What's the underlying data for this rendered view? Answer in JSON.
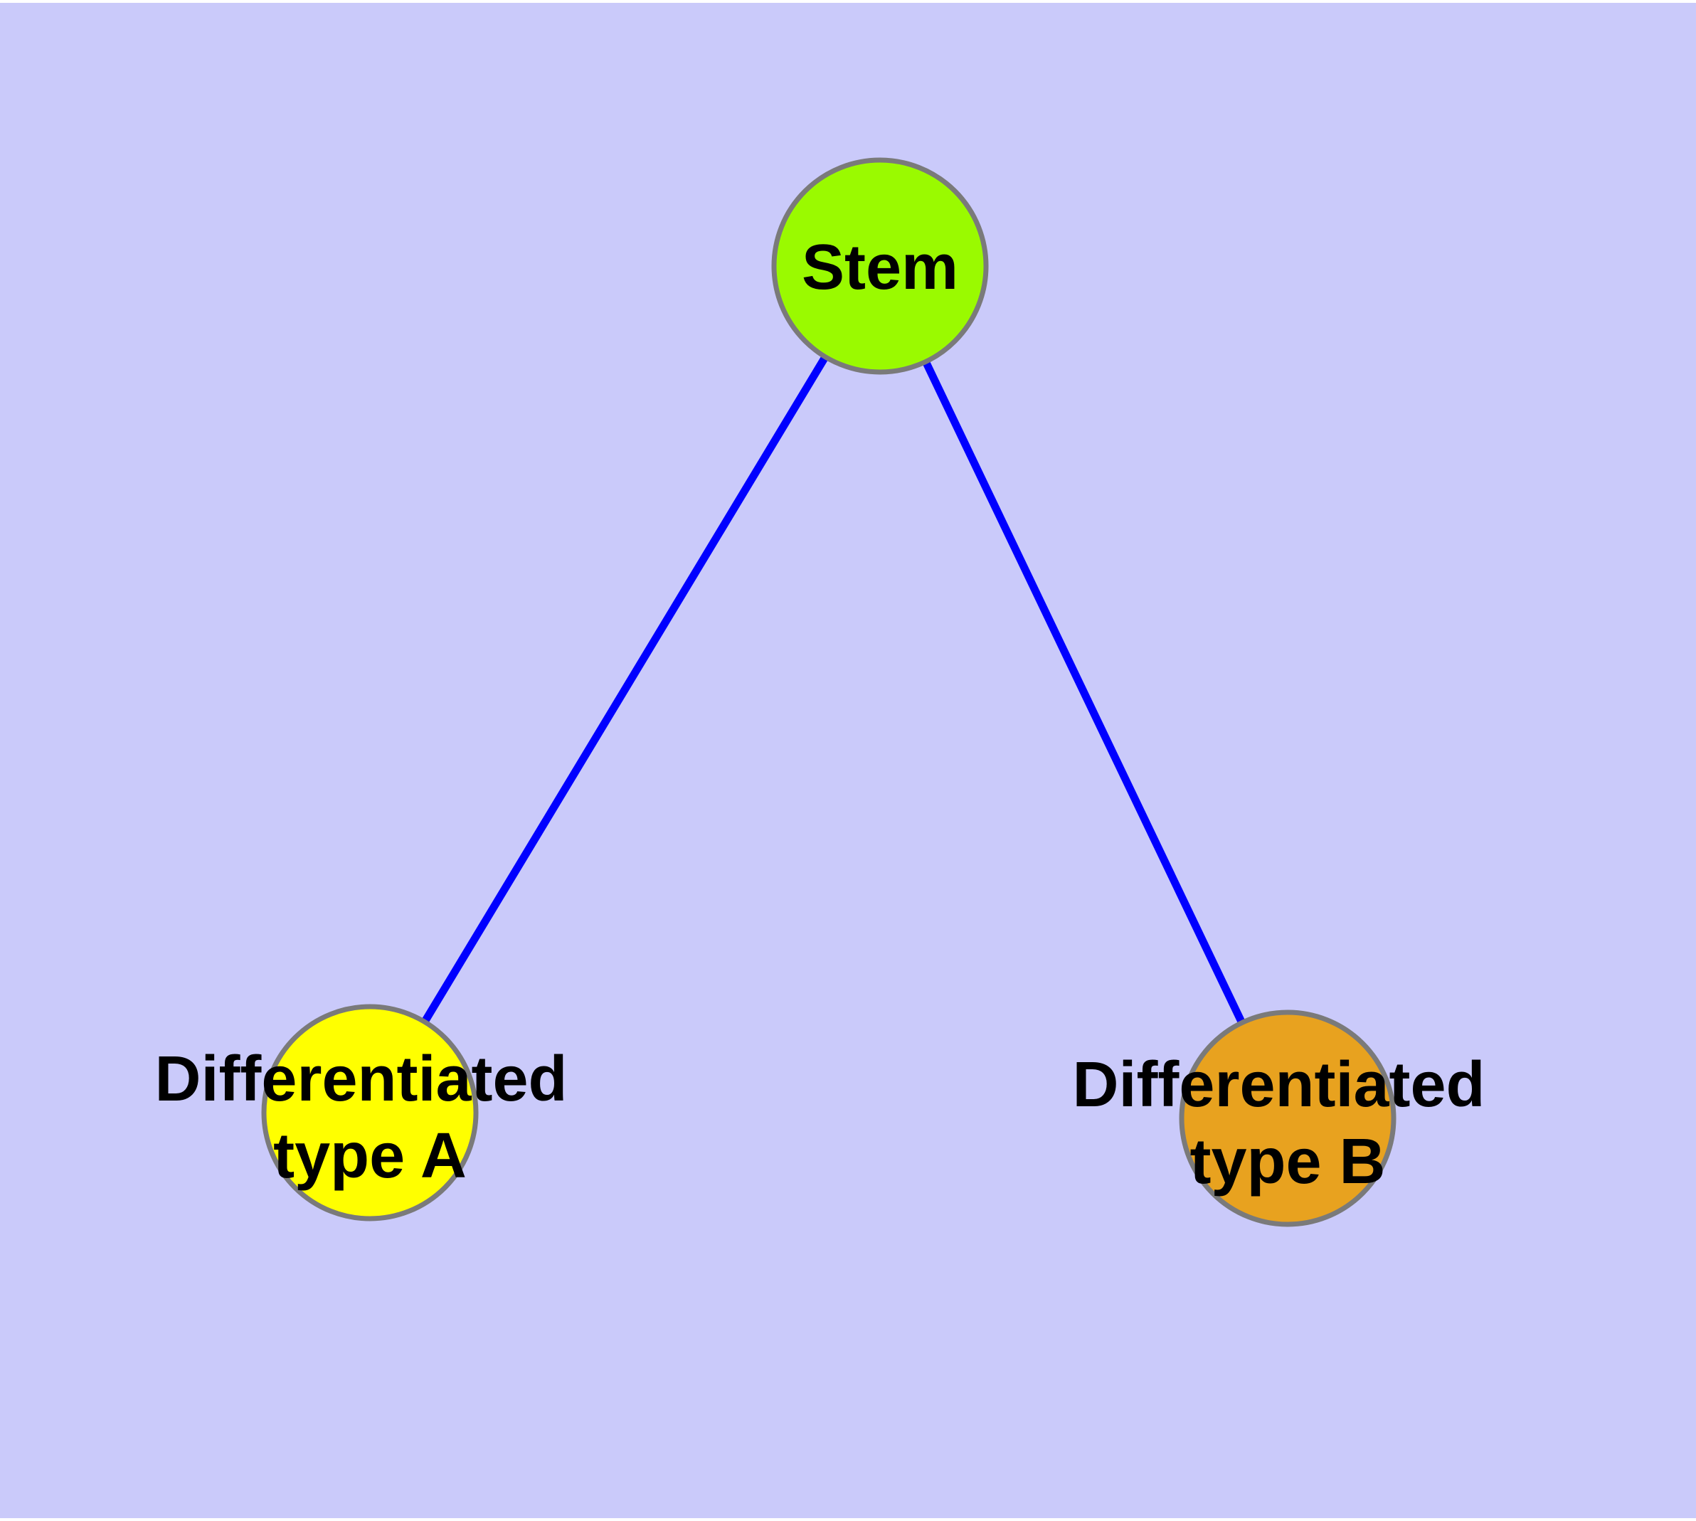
{
  "graph": {
    "background_color": "#cacafa",
    "margin_color": "#ffffff",
    "edge_color": "#0000ff",
    "node_border_color": "#7a7a7a",
    "label_color": "#000000",
    "nodes": [
      {
        "id": "stem",
        "label": "Stem",
        "fill": "#9afa00"
      },
      {
        "id": "differentiated-type-a",
        "label_line1": "Differentiated",
        "label_line2": "type A",
        "fill": "#ffff00"
      },
      {
        "id": "differentiated-type-b",
        "label_line1": "Differentiated",
        "label_line2": "type B",
        "fill": "#e8a21f"
      }
    ],
    "edges": [
      {
        "from": "Stem",
        "to": "Differentiated type A"
      },
      {
        "from": "Stem",
        "to": "Differentiated type B"
      }
    ]
  }
}
